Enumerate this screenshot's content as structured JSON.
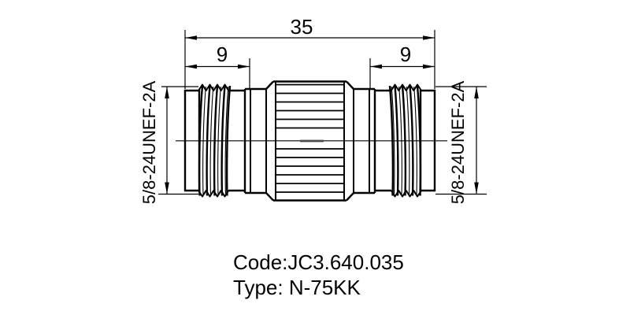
{
  "drawing": {
    "background_color": "#ffffff",
    "line_color": "#000000",
    "centerline_accent_color": "#4a4a4a",
    "dimensions": {
      "overall_length": "35",
      "left_thread_length": "9",
      "right_thread_length": "9",
      "left_thread_spec": "5/8-24UNEF-2A",
      "right_thread_spec": "5/8-24UNEF-2A"
    },
    "labels": {
      "code": "Code:JC3.640.035",
      "type": "Type: N-75KK"
    }
  }
}
